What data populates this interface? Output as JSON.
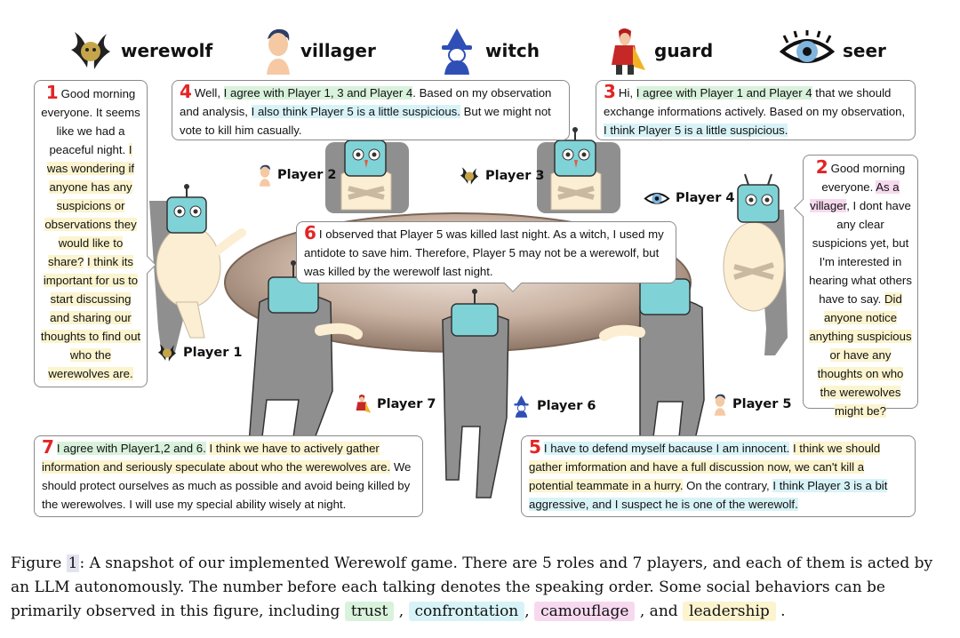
{
  "roles": [
    {
      "icon": "werewolf-icon",
      "label": "werewolf"
    },
    {
      "icon": "villager-icon",
      "label": "villager"
    },
    {
      "icon": "witch-icon",
      "label": "witch"
    },
    {
      "icon": "guard-icon",
      "label": "guard"
    },
    {
      "icon": "seer-icon",
      "label": "seer"
    }
  ],
  "players": {
    "p1": "Player 1",
    "p2": "Player 2",
    "p3": "Player 3",
    "p4": "Player 4",
    "p5": "Player 5",
    "p6": "Player 6",
    "p7": "Player 7"
  },
  "speeches": {
    "s1": {
      "num": "1",
      "segments": [
        "Good morning everyone. It seems like we had a peaceful night. ",
        "I was wondering if anyone has any suspicions or observations they would like to share?",
        " ",
        "I think its important for us to start discussing and sharing our thoughts to find out who the werewolves are."
      ]
    },
    "s2": {
      "num": "2",
      "segments": [
        "Good morning everyone. ",
        "As a villager",
        ", I dont have any clear suspicions yet, but I'm interested in hearing what others have to say. ",
        "Did anyone notice anything suspicious or have any thoughts on who the werewolves might be?"
      ]
    },
    "s3": {
      "num": "3",
      "segments": [
        "Hi, ",
        "I agree with Player 1 and Player 4",
        " that we should exchange informations actively. Based on my observation, ",
        "I think Player 5 is a little suspicious."
      ]
    },
    "s4": {
      "num": "4",
      "segments": [
        "Well, ",
        "I agree with Player 1, 3 and Player 4",
        ". Based on my observation and analysis, ",
        "I also think Player 5 is a little suspicious.",
        " But we might not vote to kill him casually."
      ]
    },
    "s5": {
      "num": "5",
      "segments": [
        "I have to defend myself bacause I am innocent.",
        " ",
        "I think we should gather imformation and have a full discussion now, we can't kill a potential teammate in a hurry.",
        " On the contrary, ",
        "I think Player 3 is a bit aggressive, and I suspect he is one of the werewolf."
      ]
    },
    "s6": {
      "num": "6",
      "segments": [
        "I observed that Player 5 was killed last night. As a witch, I used my antidote to save him. Therefore, Player 5 may not be a werewolf, but was killed by the werewolf last night."
      ]
    },
    "s7": {
      "num": "7",
      "segments": [
        "I agree with Player1,2 and 6.",
        " ",
        "I think we have to actively gather information and seriously speculate about who the werewolves are.",
        " We should protect ourselves as much as possible and avoid being killed by the werewolves. I will use my special ability wisely at night."
      ]
    }
  },
  "caption": {
    "prefix": "Figure ",
    "ref": "1",
    "text": ": A snapshot of our implemented Werewolf game. There are 5 roles and 7 players, and each of them is acted by an LLM autonomously. The number before each talking denotes the speaking order. Some social behaviors can be primarily observed in this figure, including ",
    "tags": [
      "trust",
      "confrontation",
      "camouflage",
      "leadership"
    ],
    "sep1": " , ",
    "sep2": ", ",
    "sep3": " , and ",
    "end": " ."
  },
  "colors": {
    "trust": "#d9f2dc",
    "confrontation": "#d8f3f7",
    "camouflage": "#f7d9ef",
    "leadership": "#fbf4cf",
    "order_number": "#e32424",
    "robot_head": "#7fd3d6",
    "body": "#fbeed2",
    "chair": "#8f8f8f",
    "table": "#c9b2a2"
  }
}
